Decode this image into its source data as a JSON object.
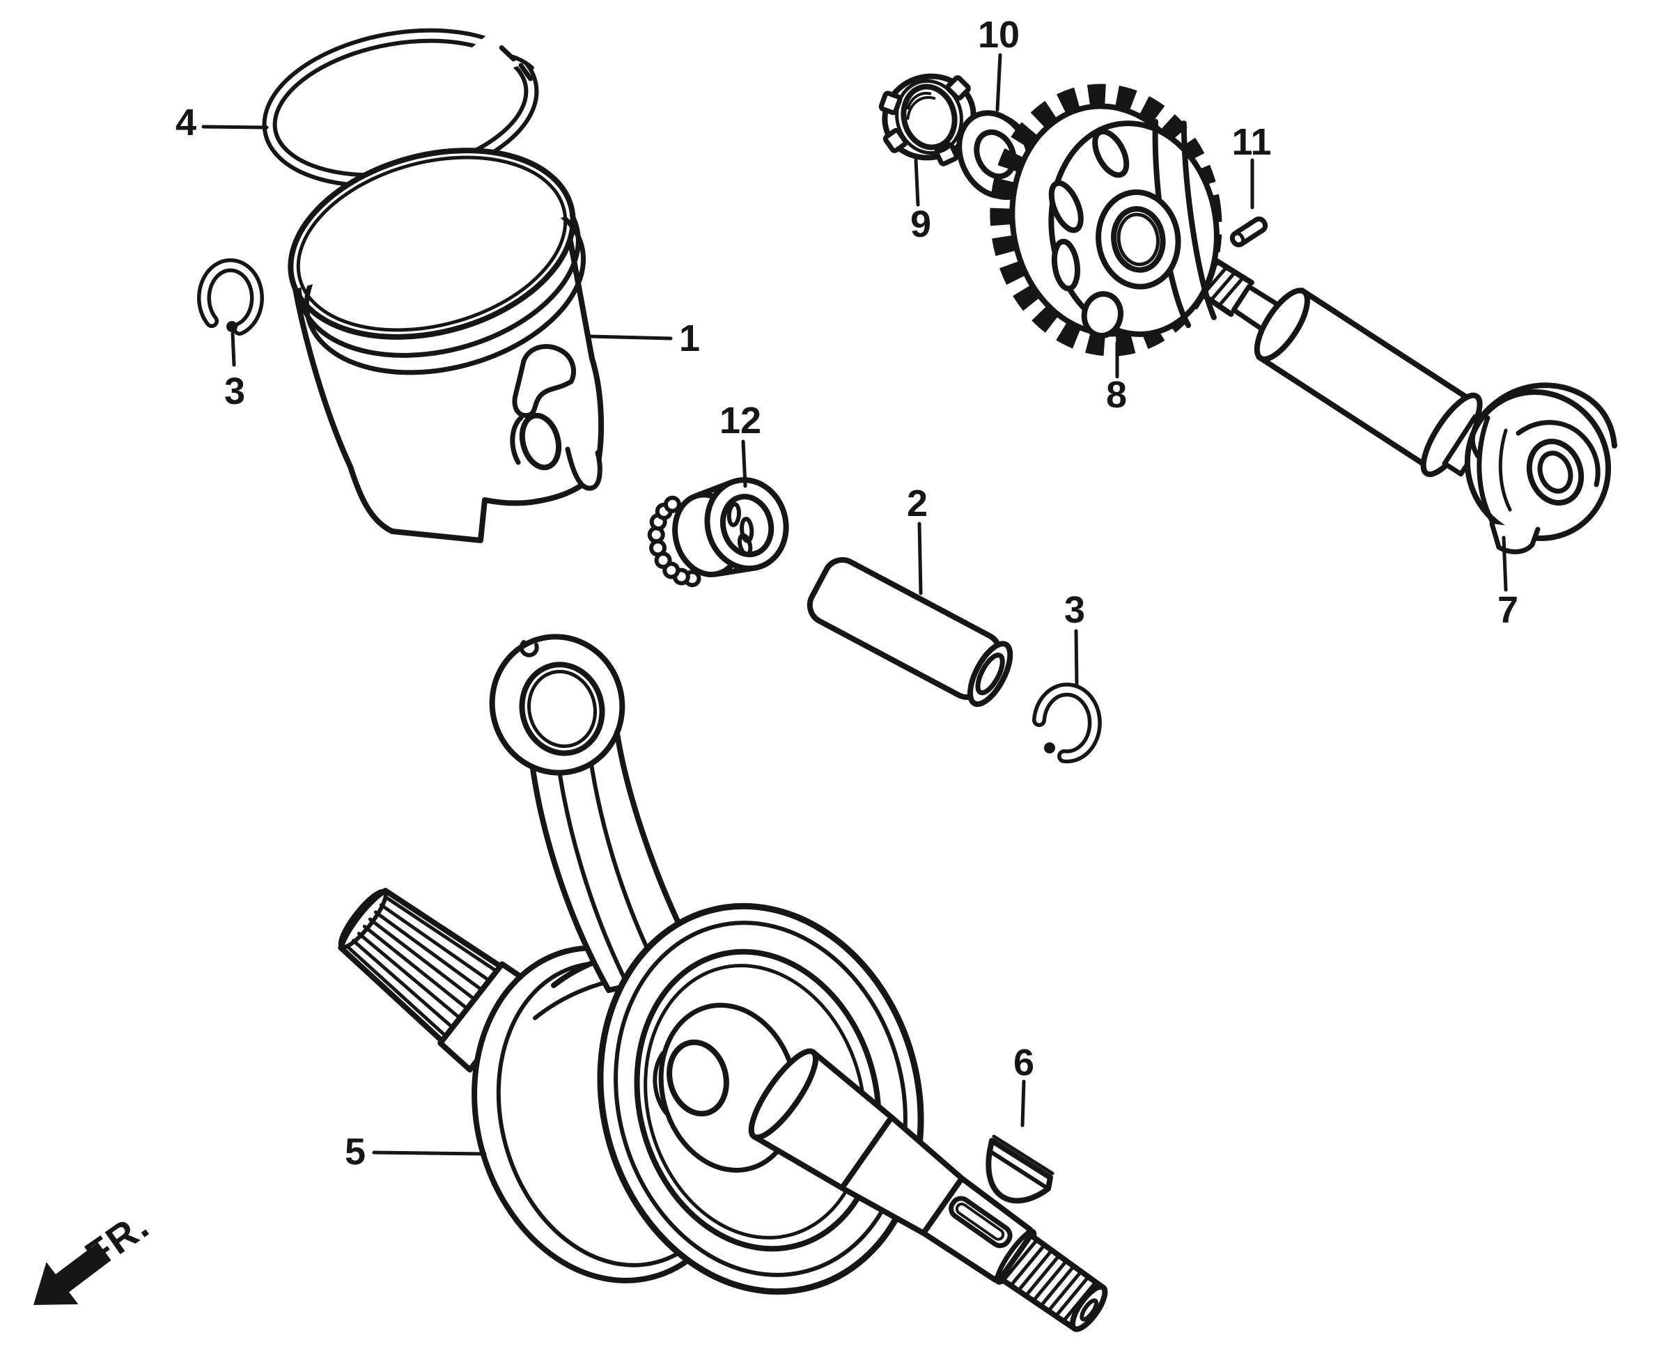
{
  "canvas": {
    "background": "#ffffff",
    "ink": "#161616"
  },
  "direction_indicator": {
    "label": "FR."
  },
  "callouts": {
    "c1": {
      "label": "1"
    },
    "c2": {
      "label": "2"
    },
    "c3_left": {
      "label": "3"
    },
    "c3_right": {
      "label": "3"
    },
    "c4": {
      "label": "4"
    },
    "c5": {
      "label": "5"
    },
    "c6": {
      "label": "6"
    },
    "c7": {
      "label": "7"
    },
    "c8": {
      "label": "8"
    },
    "c9": {
      "label": "9"
    },
    "c10": {
      "label": "10"
    },
    "c11": {
      "label": "11"
    },
    "c12": {
      "label": "12"
    }
  }
}
